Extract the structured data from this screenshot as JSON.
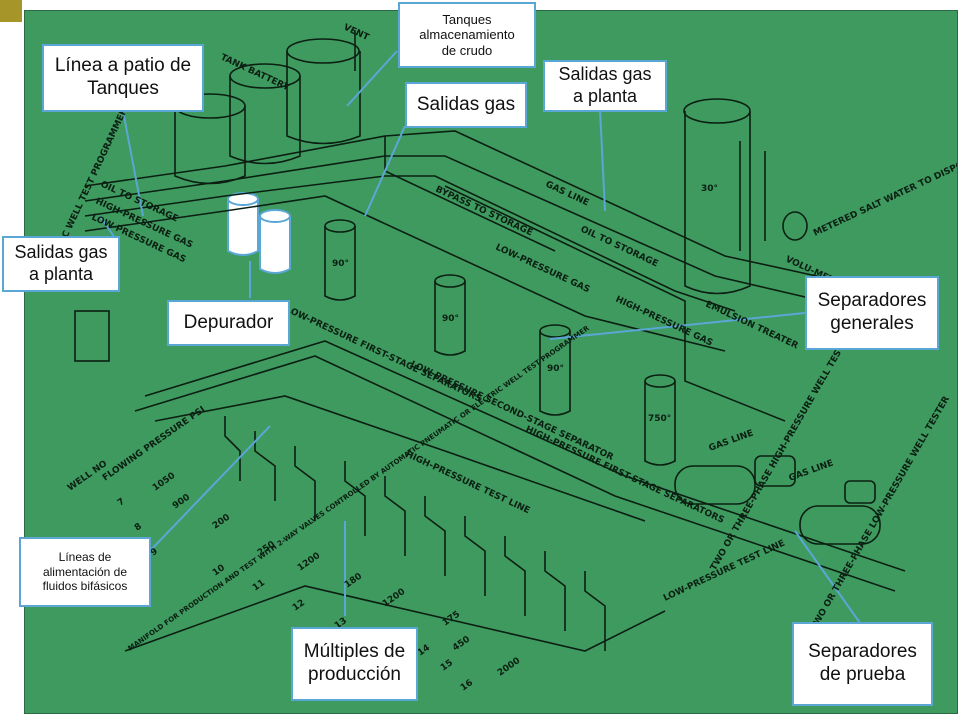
{
  "callouts": {
    "tanques_crudo": "Tanques\nalmacenamiento\nde crudo",
    "linea_patio": "Línea a patio de\nTanques",
    "salidas_gas_top": "Salidas gas",
    "salidas_gas_planta_top": "Salidas gas\na planta",
    "salidas_gas_planta_left": "Salidas gas\na planta",
    "depurador": "Depurador",
    "separadores_generales": "Separadores\ngenerales",
    "lineas_alimentacion": "Líneas de\nalimentación de\nfluidos bifásicos",
    "multiples_produccion": "Múltiples de\nproducción",
    "separadores_prueba": "Separadores\nde prueba"
  },
  "schematic_labels": {
    "tank_battery": "TANK BATTERY",
    "vent": "VENT",
    "oil_to_storage_left": "OIL TO STORAGE",
    "high_pressure_gas_left": "HIGH-PRESSURE GAS",
    "low_pressure_gas_left": "LOW-PRESSURE GAS",
    "auto_test_programmer": "AUTOMATIC WELL TEST PROGRAMMER",
    "bypass_to_storage": "BYPASS TO STORAGE",
    "gas_line_top": "GAS LINE",
    "oil_to_storage_right": "OIL TO STORAGE",
    "metered_salt_water": "METERED SALT WATER TO DISPOSAL",
    "volu_meter": "VOLU-METER",
    "emulsion_treater": "EMULSION TREATER",
    "low_pressure_gas_mid": "LOW-PRESSURE GAS",
    "high_pressure_gas_right": "HIGH-PRESSURE GAS",
    "lp_first_stage": "LOW-PRESSURE FIRST-STAGE SEPARATORS",
    "lp_second_stage": "LOW-PRESSURE SECOND-STAGE SEPARATOR",
    "hp_first_stage": "HIGH-PRESSURE FIRST-STAGE SEPARATORS",
    "gas_line_right1": "GAS LINE",
    "gas_line_right2": "GAS LINE",
    "hp_test_line": "HIGH-PRESSURE TEST LINE",
    "lp_test_line": "LOW-PRESSURE TEST LINE",
    "two_three_phase_hp": "TWO OR THREE-PHASE HIGH-PRESSURE WELL TESTER",
    "two_three_phase_lp": "TWO OR THREE-PHASE LOW-PRESSURE WELL TESTER",
    "well_no": "WELL NO",
    "flowing_pressure": "FLOWING PRESSURE PSI",
    "manifold_note": "MANIFOLD FOR PRODUCTION AND TEST WITH 2-WAY VALVES CONTROLLED BY AUTOMATIC PNEUMATIC OR ELECTRIC WELL TEST PROGRAMMER",
    "temp_30": "30°",
    "temp_90a": "90°",
    "temp_90b": "90°",
    "temp_90c": "90°",
    "temp_750": "750°"
  },
  "wells": [
    {
      "no": "7",
      "psi": "1050"
    },
    {
      "no": "8",
      "psi": "900"
    },
    {
      "no": "9",
      "psi": "200"
    },
    {
      "no": "10",
      "psi": "250"
    },
    {
      "no": "11",
      "psi": "1200"
    },
    {
      "no": "12",
      "psi": "180"
    },
    {
      "no": "13",
      "psi": "1200"
    },
    {
      "no": "14",
      "psi": "175"
    },
    {
      "no": "15",
      "psi": "450"
    },
    {
      "no": "16",
      "psi": "2000"
    }
  ]
}
